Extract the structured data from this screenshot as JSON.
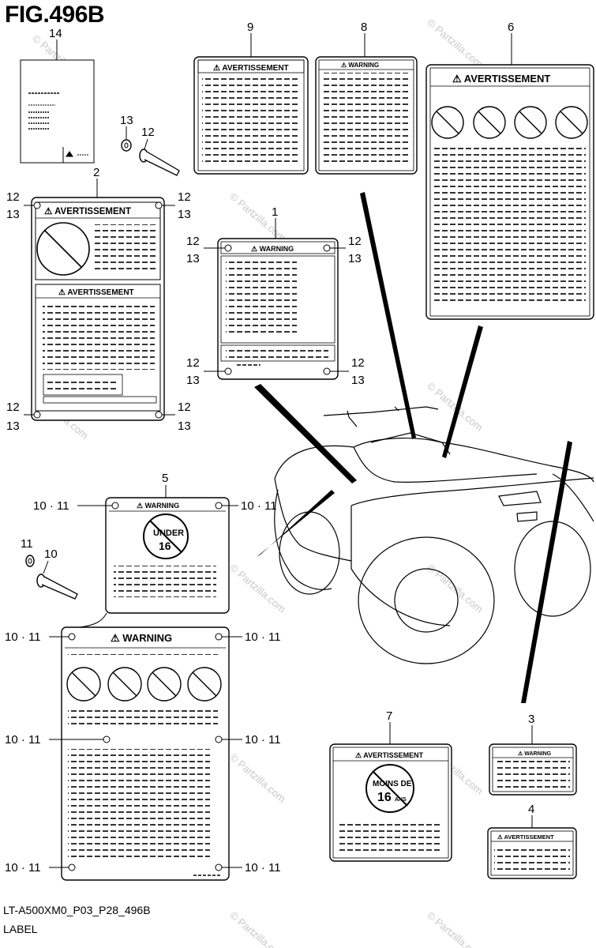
{
  "figure": {
    "title": "FIG.496B"
  },
  "footer": {
    "code": "LT-A500XM0_P03_P28_496B",
    "label": "LABEL"
  },
  "label_texts": {
    "warning": "WARNING",
    "avertissement": "AVERTISSEMENT",
    "under_16_a": "UNDER",
    "under_16_b": "16",
    "moins_de_a": "MOINS DE",
    "moins_de_b": "16",
    "moins_de_c": "ANS"
  },
  "watermark": "© Partzilla.com",
  "callouts": {
    "c1": "1",
    "c2": "2",
    "c3": "3",
    "c4": "4",
    "c5": "5",
    "c6": "6",
    "c7": "7",
    "c8": "8",
    "c9": "9",
    "c10": "10",
    "c11": "11",
    "c12": "12",
    "c13": "13",
    "c14": "14",
    "c10_11": "10 · 11"
  }
}
